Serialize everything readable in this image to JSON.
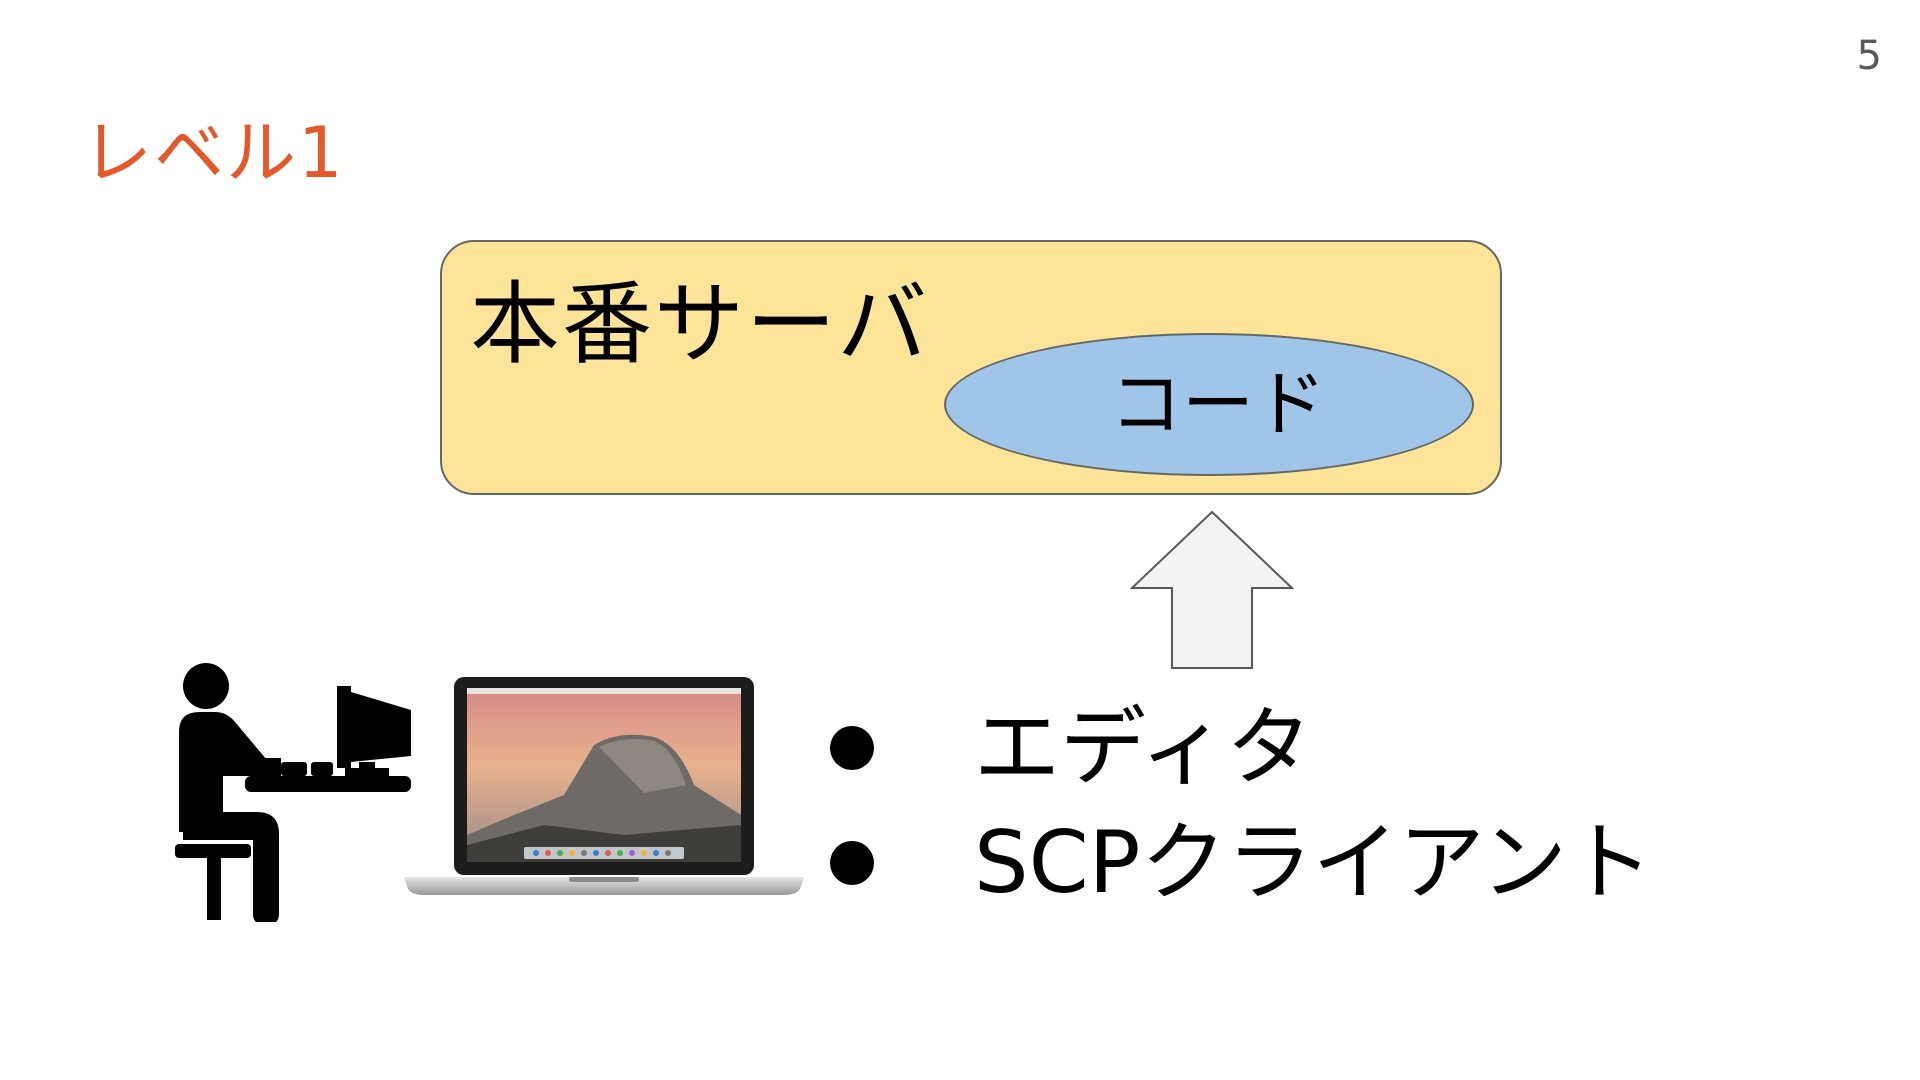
{
  "slide": {
    "page_number": "5",
    "title": "レベル1"
  },
  "server": {
    "label": "本番サーバ",
    "code_label": "コード"
  },
  "bullets": [
    {
      "text": "エディタ"
    },
    {
      "text": "SCPクライアント"
    }
  ],
  "icons": {
    "arrow": "upload-arrow-icon",
    "person": "person-at-desk-icon",
    "laptop": "laptop-icon"
  },
  "colors": {
    "title": "#e5582a",
    "server_fill": "#fde498",
    "code_fill": "#9fc5e8",
    "arrow_fill": "#f3f3f3",
    "outline": "#666666"
  }
}
